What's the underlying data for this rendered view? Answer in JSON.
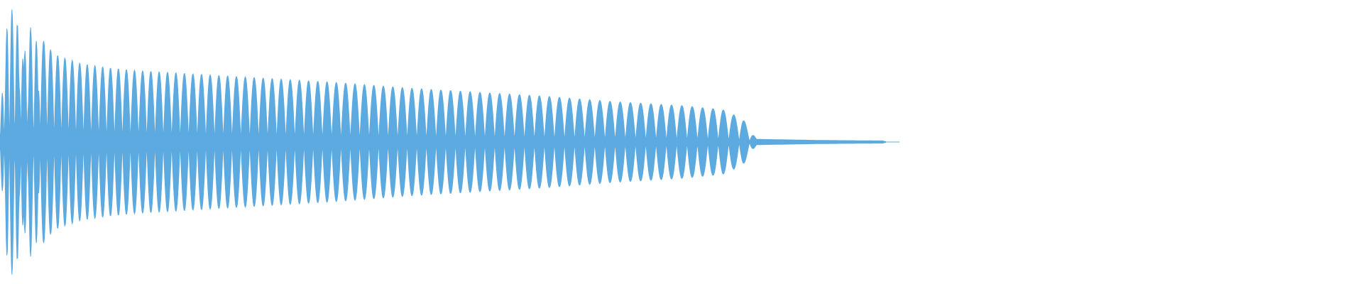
{
  "waveform": {
    "color": "#5DAAE0",
    "background": "#FFFFFF",
    "envelope": [
      {
        "t": 0.0,
        "a": 0.15
      },
      {
        "t": 0.006,
        "a": 1.0
      },
      {
        "t": 0.014,
        "a": 0.95
      },
      {
        "t": 0.024,
        "a": 0.85
      },
      {
        "t": 0.04,
        "a": 0.65
      },
      {
        "t": 0.06,
        "a": 0.58
      },
      {
        "t": 0.08,
        "a": 0.55
      },
      {
        "t": 0.1,
        "a": 0.53
      },
      {
        "t": 0.15,
        "a": 0.5
      },
      {
        "t": 0.2,
        "a": 0.47
      },
      {
        "t": 0.25,
        "a": 0.44
      },
      {
        "t": 0.3,
        "a": 0.4
      },
      {
        "t": 0.35,
        "a": 0.37
      },
      {
        "t": 0.4,
        "a": 0.34
      },
      {
        "t": 0.45,
        "a": 0.3
      },
      {
        "t": 0.5,
        "a": 0.27
      },
      {
        "t": 0.53,
        "a": 0.24
      },
      {
        "t": 0.545,
        "a": 0.17
      },
      {
        "t": 0.555,
        "a": 0.02
      },
      {
        "t": 0.6,
        "a": 0.012
      },
      {
        "t": 0.648,
        "a": 0.008
      },
      {
        "t": 0.65,
        "a": 0.0
      },
      {
        "t": 1.0,
        "a": 0.0
      }
    ],
    "cycles": 42
  }
}
